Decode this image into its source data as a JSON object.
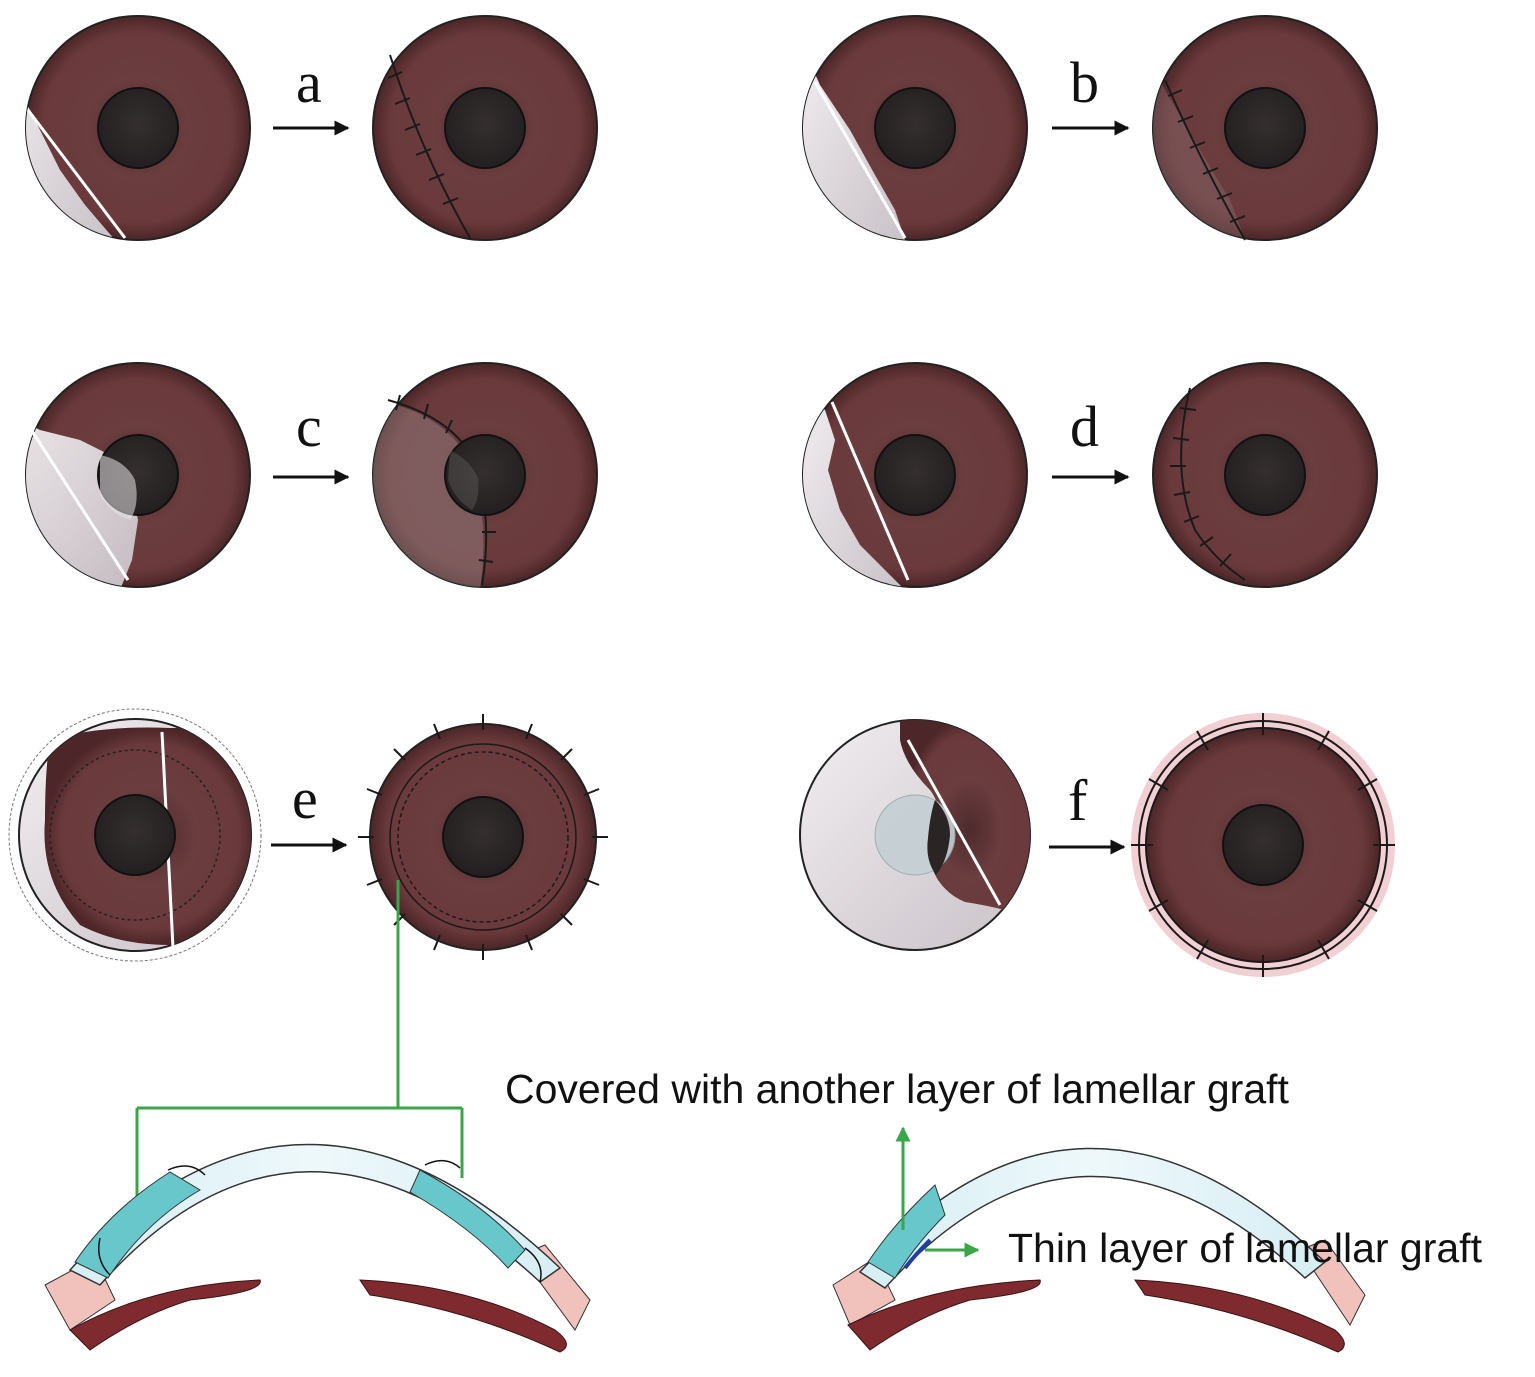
{
  "figure": {
    "steps": [
      {
        "id": "a",
        "label": "a"
      },
      {
        "id": "b",
        "label": "b"
      },
      {
        "id": "c",
        "label": "c"
      },
      {
        "id": "d",
        "label": "d"
      },
      {
        "id": "e",
        "label": "e"
      },
      {
        "id": "f",
        "label": "f"
      }
    ],
    "annotations": {
      "covered": "Covered with another layer of lamellar graft",
      "thin": "Thin layer of lamellar graft"
    },
    "colors": {
      "iris": "#6b3a3c",
      "pupil": "#2c2627",
      "graft_pale": "#e3dee2",
      "cornea_light": "#e6f4f8",
      "cornea_graft": "#67c7cb",
      "sclera_pink": "#f1c2bc",
      "iris_section": "#7f2a2e",
      "connector_green": "#3aa64a",
      "f_ring": "#f2cfd3"
    }
  }
}
